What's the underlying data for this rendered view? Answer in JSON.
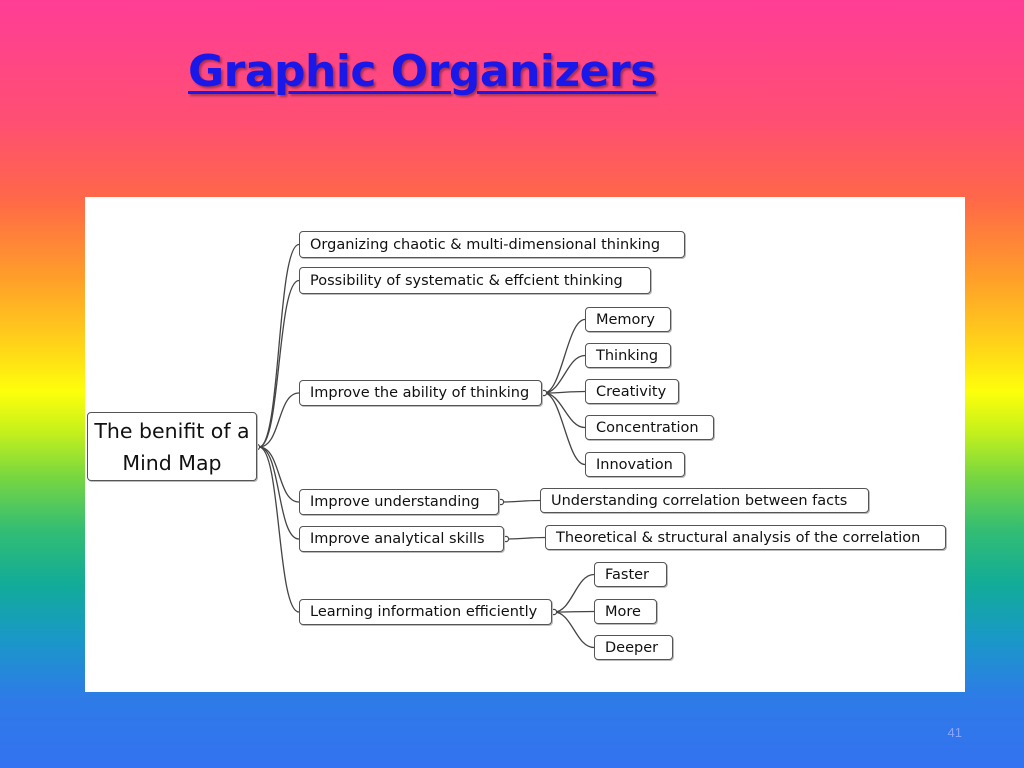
{
  "title": "Graphic Organizers",
  "page_number": "41",
  "mindmap": {
    "root": "The benifit of a Mind Map",
    "branches": [
      {
        "label": "Organizing chaotic & multi-dimensional thinking",
        "children": []
      },
      {
        "label": "Possibility of systematic & effcient thinking",
        "children": []
      },
      {
        "label": "Improve the ability of thinking",
        "children": [
          "Memory",
          "Thinking",
          "Creativity",
          "Concentration",
          "Innovation"
        ]
      },
      {
        "label": "Improve  understanding",
        "children": [
          "Understanding correlation between facts"
        ]
      },
      {
        "label": "Improve analytical skills",
        "children": [
          "Theoretical & structural analysis of the correlation"
        ]
      },
      {
        "label": "Learning information efficiently",
        "children": [
          "Faster",
          "More",
          "Deeper"
        ]
      }
    ]
  }
}
